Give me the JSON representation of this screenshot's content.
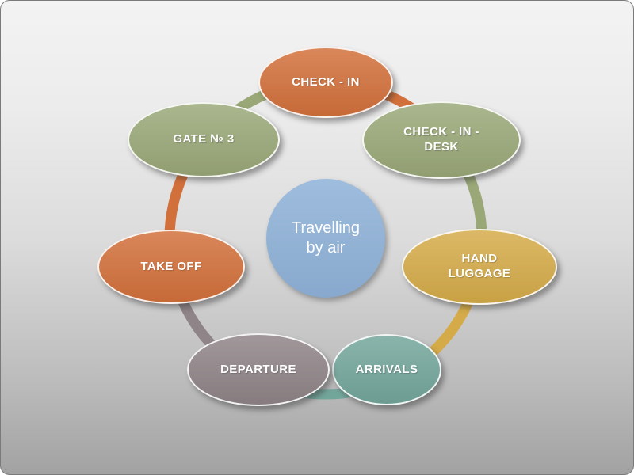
{
  "diagram": {
    "title": "Travelling by air",
    "center": {
      "label": "Travelling by air",
      "color": "#8FB2D8"
    },
    "nodes": [
      {
        "id": "check-in",
        "label": "CHECK - IN",
        "color": "#D2703B"
      },
      {
        "id": "check-in-desk",
        "label": "CHECK - IN - DESK",
        "color": "#9AA878"
      },
      {
        "id": "hand-luggage",
        "label": "HAND LUGGAGE",
        "color": "#D5AB49"
      },
      {
        "id": "arrivals",
        "label": "ARRIVALS",
        "color": "#73A69B"
      },
      {
        "id": "departure",
        "label": "DEPARTURE",
        "color": "#8F8487"
      },
      {
        "id": "take-off",
        "label": "TAKE OFF",
        "color": "#D2703B"
      },
      {
        "id": "gate-3",
        "label": "GATE № 3",
        "color": "#9AA878"
      }
    ]
  }
}
